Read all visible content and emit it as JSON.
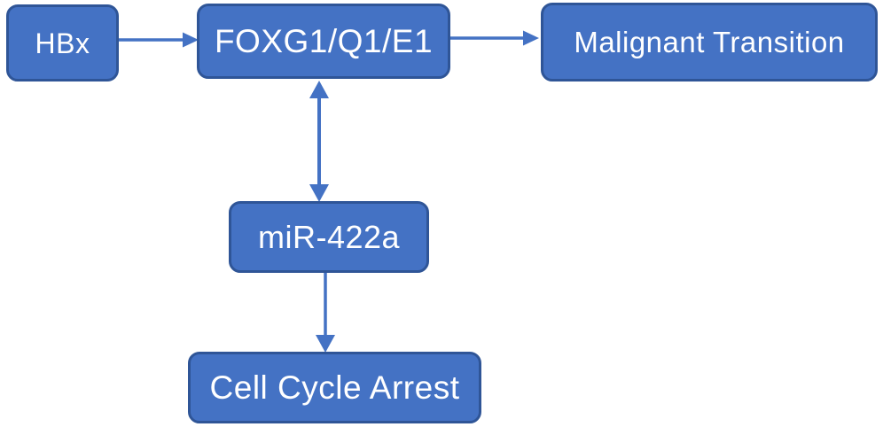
{
  "figure": {
    "background_color": "#ffffff",
    "colors": {
      "node_fill": "#4472C4",
      "node_border": "#2F5597",
      "arrow": "#4472C4",
      "node_text": "#FFFFFF"
    }
  },
  "nodes": [
    {
      "id": "hbx",
      "label": "HBx"
    },
    {
      "id": "foxg1",
      "label": "FOXG1/Q1/E1"
    },
    {
      "id": "malignant-transition",
      "label": "Malignant Transition"
    },
    {
      "id": "mir-422a",
      "label": "miR-422a"
    },
    {
      "id": "cell-cycle-arrest",
      "label": "Cell Cycle Arrest"
    }
  ],
  "edges": [
    {
      "from": "HBx",
      "to": "FOXG1/Q1/E1",
      "type": "arrow",
      "direction": "right"
    },
    {
      "from": "FOXG1/Q1/E1",
      "to": "Malignant Transition",
      "type": "arrow",
      "direction": "right"
    },
    {
      "from": "FOXG1/Q1/E1",
      "to": "miR-422a",
      "type": "double-arrow",
      "direction": "vertical"
    },
    {
      "from": "miR-422a",
      "to": "Cell Cycle Arrest",
      "type": "arrow",
      "direction": "down"
    }
  ]
}
